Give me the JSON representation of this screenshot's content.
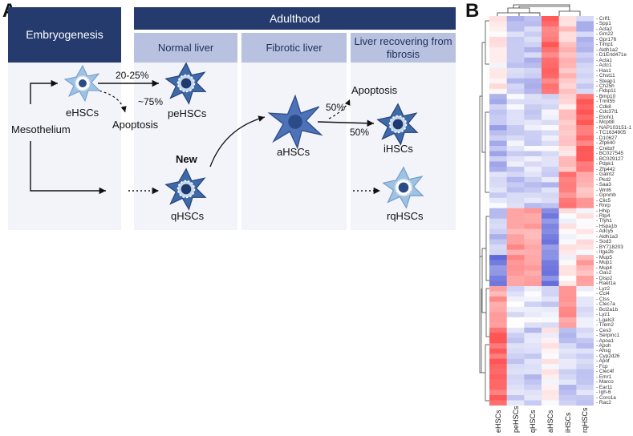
{
  "panel_a": {
    "letter": "A",
    "headers": {
      "embryo": "Embryogenesis",
      "adult": "Adulthood"
    },
    "subheaders": {
      "normal": "Normal liver",
      "fibrotic": "Fibrotic liver",
      "recovering": "Liver recovering from fibrosis"
    },
    "cells": {
      "ehscs": "eHSCs",
      "pehscs": "peHSCs",
      "qhscs": "qHSCs",
      "ahscs": "aHSCs",
      "ihscs": "iHSCs",
      "rqhscs": "rqHSCs"
    },
    "labels": {
      "mesothelium": "Mesothelium",
      "apoptosis_1": "Apoptosis",
      "apoptosis_2": "Apoptosis",
      "pct_20_25": "20-25%",
      "pct_75": "~75%",
      "pct_50_up": "50%",
      "pct_50_down": "50%",
      "new": "New"
    },
    "colors": {
      "header_bg": "#253b6e",
      "subheader_bg": "#b8c2e0",
      "cell_blue": "#4d72b8",
      "cell_light": "#9fc2e2"
    }
  },
  "panel_b": {
    "letter": "B",
    "columns": [
      "eHSCs",
      "peHSCs",
      "qHSCs",
      "aHSCs",
      "iHSCs",
      "rqHSCs"
    ],
    "genes": [
      "Crlf1",
      "Spp1",
      "Acta2",
      "Gm22",
      "Gpr176",
      "Timp1",
      "Aldh1a2",
      "D1Ertd471e",
      "Acta1",
      "Actc1",
      "Has1",
      "Chst11",
      "Steap1",
      "Ch25h",
      "Fkbp11",
      "Bmp10",
      "Tnnt55",
      "Cdk8",
      "Cdc37l1",
      "Etohi1",
      "Mcpt8l",
      "NAP103151-1",
      "TC1634905",
      "D10627",
      "Zfp640",
      "Crebzf",
      "BC027545",
      "BC029127",
      "Pdpk1",
      "Zfp442",
      "Galnt2",
      "Pkd2",
      "Saa3",
      "Wnt6",
      "Gpnmb",
      "Clic5",
      "Rnrp",
      "Hhip",
      "Rtp4",
      "Tfyh1",
      "Hspa1b",
      "Adcy5",
      "Aldh1a3",
      "Sod3",
      "BY718203",
      "Itga2b",
      "Mup5",
      "Mup1",
      "Mup4",
      "Oas2",
      "Disp2",
      "Raet1a",
      "Lyz2",
      "Ccl4",
      "Ctss",
      "Clec7a",
      "Bcl2a1b",
      "Lyz1",
      "Lgals3",
      "Trem2",
      "Ces3",
      "Serpinc1",
      "Apoa1",
      "Apoh",
      "Ahsg",
      "Cyp2d26",
      "Apof",
      "Fcp",
      "Clec4f",
      "Emr1",
      "Marco",
      "Ear11",
      "Igh-6",
      "Coro1a",
      "Rac2"
    ]
  }
}
